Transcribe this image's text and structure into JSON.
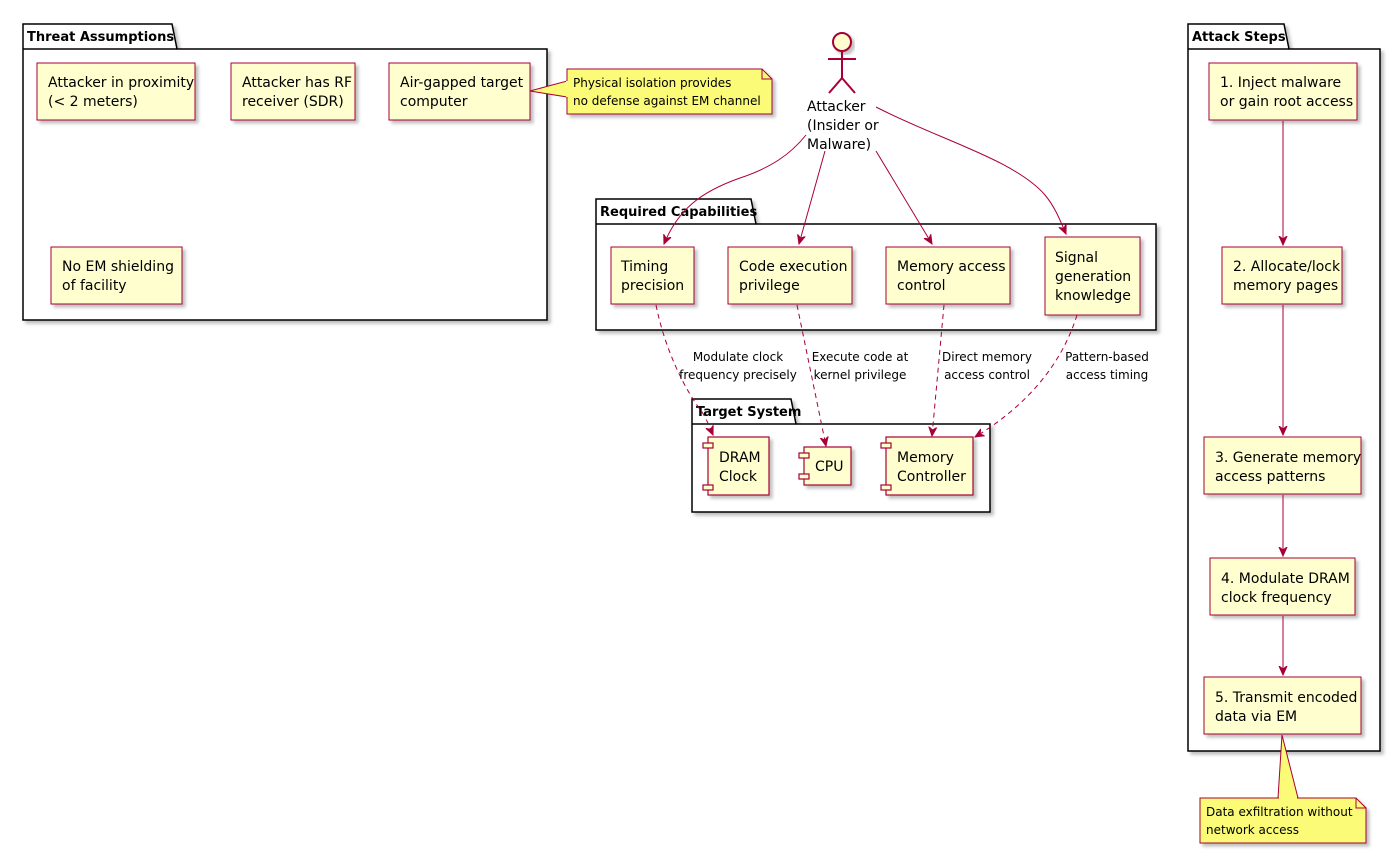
{
  "packages": {
    "threat": "Threat Assumptions",
    "capabilities": "Required Capabilities",
    "target": "Target System",
    "steps": "Attack Steps"
  },
  "threat_items": [
    [
      "Attacker in proximity",
      "(< 2 meters)"
    ],
    [
      "Attacker has RF",
      "receiver (SDR)"
    ],
    [
      "Air-gapped target",
      "computer"
    ],
    [
      "No EM shielding",
      "of facility"
    ]
  ],
  "threat_note": [
    "Physical isolation provides",
    "no defense against EM channel"
  ],
  "actor": [
    "Attacker",
    "(Insider or",
    "Malware)"
  ],
  "capabilities": [
    [
      "Timing",
      "precision"
    ],
    [
      "Code execution",
      "privilege"
    ],
    [
      "Memory access",
      "control"
    ],
    [
      "Signal",
      "generation",
      "knowledge"
    ]
  ],
  "components": [
    [
      "DRAM",
      "Clock"
    ],
    [
      "CPU"
    ],
    [
      "Memory",
      "Controller"
    ]
  ],
  "edge_labels": [
    [
      "Modulate clock",
      "frequency precisely"
    ],
    [
      "Execute code at",
      "kernel privilege"
    ],
    [
      "Direct memory",
      "access control"
    ],
    [
      "Pattern-based",
      "access timing"
    ]
  ],
  "steps": [
    [
      "1. Inject malware",
      "or gain root access"
    ],
    [
      "2. Allocate/lock",
      "memory pages"
    ],
    [
      "3. Generate memory",
      "access patterns"
    ],
    [
      "4. Modulate DRAM",
      "clock frequency"
    ],
    [
      "5. Transmit encoded",
      "data via EM"
    ]
  ],
  "steps_note": [
    "Data exfiltration without",
    "network access"
  ],
  "colors": {
    "box_fill": "#FEFECE",
    "box_stroke": "#A80036",
    "note_fill": "#FBFB77",
    "line": "#A80036",
    "shadow": "#c8c8c8"
  }
}
